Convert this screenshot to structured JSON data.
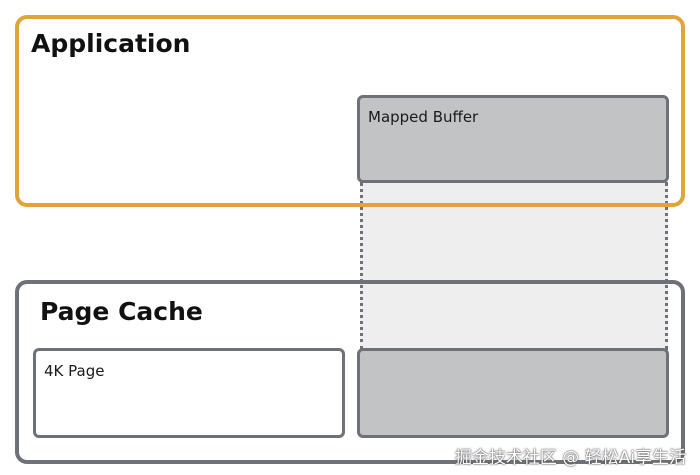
{
  "application": {
    "title": "Application",
    "border_color": "#E0A43A"
  },
  "mapped_buffer": {
    "label": "Mapped Buffer",
    "fill_color": "#C2C3C5"
  },
  "page_cache": {
    "title": "Page Cache",
    "border_color": "#6E7177",
    "page_label": "4K Page"
  },
  "mapping": {
    "line_style": "dotted",
    "band_color": "#EEEEEE"
  },
  "watermark": {
    "text": "掘金技术社区 @ 轻松Ai享生活"
  }
}
